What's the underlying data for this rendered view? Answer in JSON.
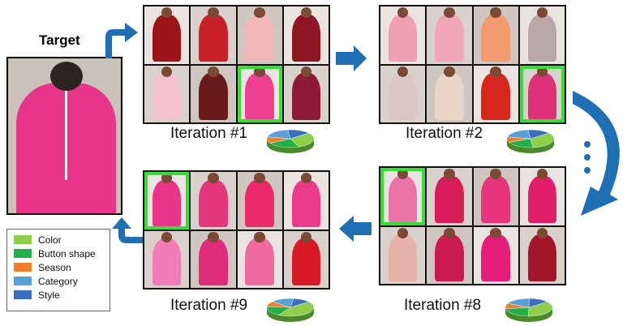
{
  "target": {
    "label": "Target"
  },
  "iterations": [
    {
      "label": "Iteration #1",
      "selected_index": 6,
      "colors": [
        "#9a1418",
        "#c8202a",
        "#f2b8ba",
        "#8e1622",
        "#f4c2cc",
        "#6a1a1a",
        "#ef3f93",
        "#8c1a36"
      ]
    },
    {
      "label": "Iteration #2",
      "selected_index": 7,
      "colors": [
        "#f0a0b0",
        "#f1a6b8",
        "#f39a70",
        "#b9a6a8",
        "#dcc6c6",
        "#e8d6c8",
        "#d8281e",
        "#e0307a"
      ]
    },
    {
      "label": "Iteration #8",
      "selected_index": 0,
      "colors": [
        "#ec73a8",
        "#d81e5a",
        "#e8347c",
        "#e21e6c",
        "#e7b2aa",
        "#cc1a52",
        "#e61e7a",
        "#a2162a"
      ]
    },
    {
      "label": "Iteration #9",
      "selected_index": 0,
      "colors": [
        "#e8358a",
        "#e4367c",
        "#ea2a6a",
        "#ec3a8a",
        "#f27cb8",
        "#e02a7a",
        "#ef6a9e",
        "#d81a26"
      ]
    }
  ],
  "legend": {
    "items": [
      {
        "label": "Color",
        "color": "#8ed04c"
      },
      {
        "label": "Button shape",
        "color": "#22b04a"
      },
      {
        "label": "Season",
        "color": "#f08030"
      },
      {
        "label": "Category",
        "color": "#5aa0d8"
      },
      {
        "label": "Style",
        "color": "#3a6cc0"
      }
    ]
  },
  "pies": [
    {
      "slices": [
        0.3,
        0.22,
        0.12,
        0.2,
        0.16
      ]
    },
    {
      "slices": [
        0.34,
        0.2,
        0.1,
        0.2,
        0.16
      ]
    },
    {
      "slices": [
        0.36,
        0.22,
        0.1,
        0.18,
        0.14
      ]
    },
    {
      "slices": [
        0.44,
        0.18,
        0.1,
        0.16,
        0.12
      ]
    }
  ]
}
